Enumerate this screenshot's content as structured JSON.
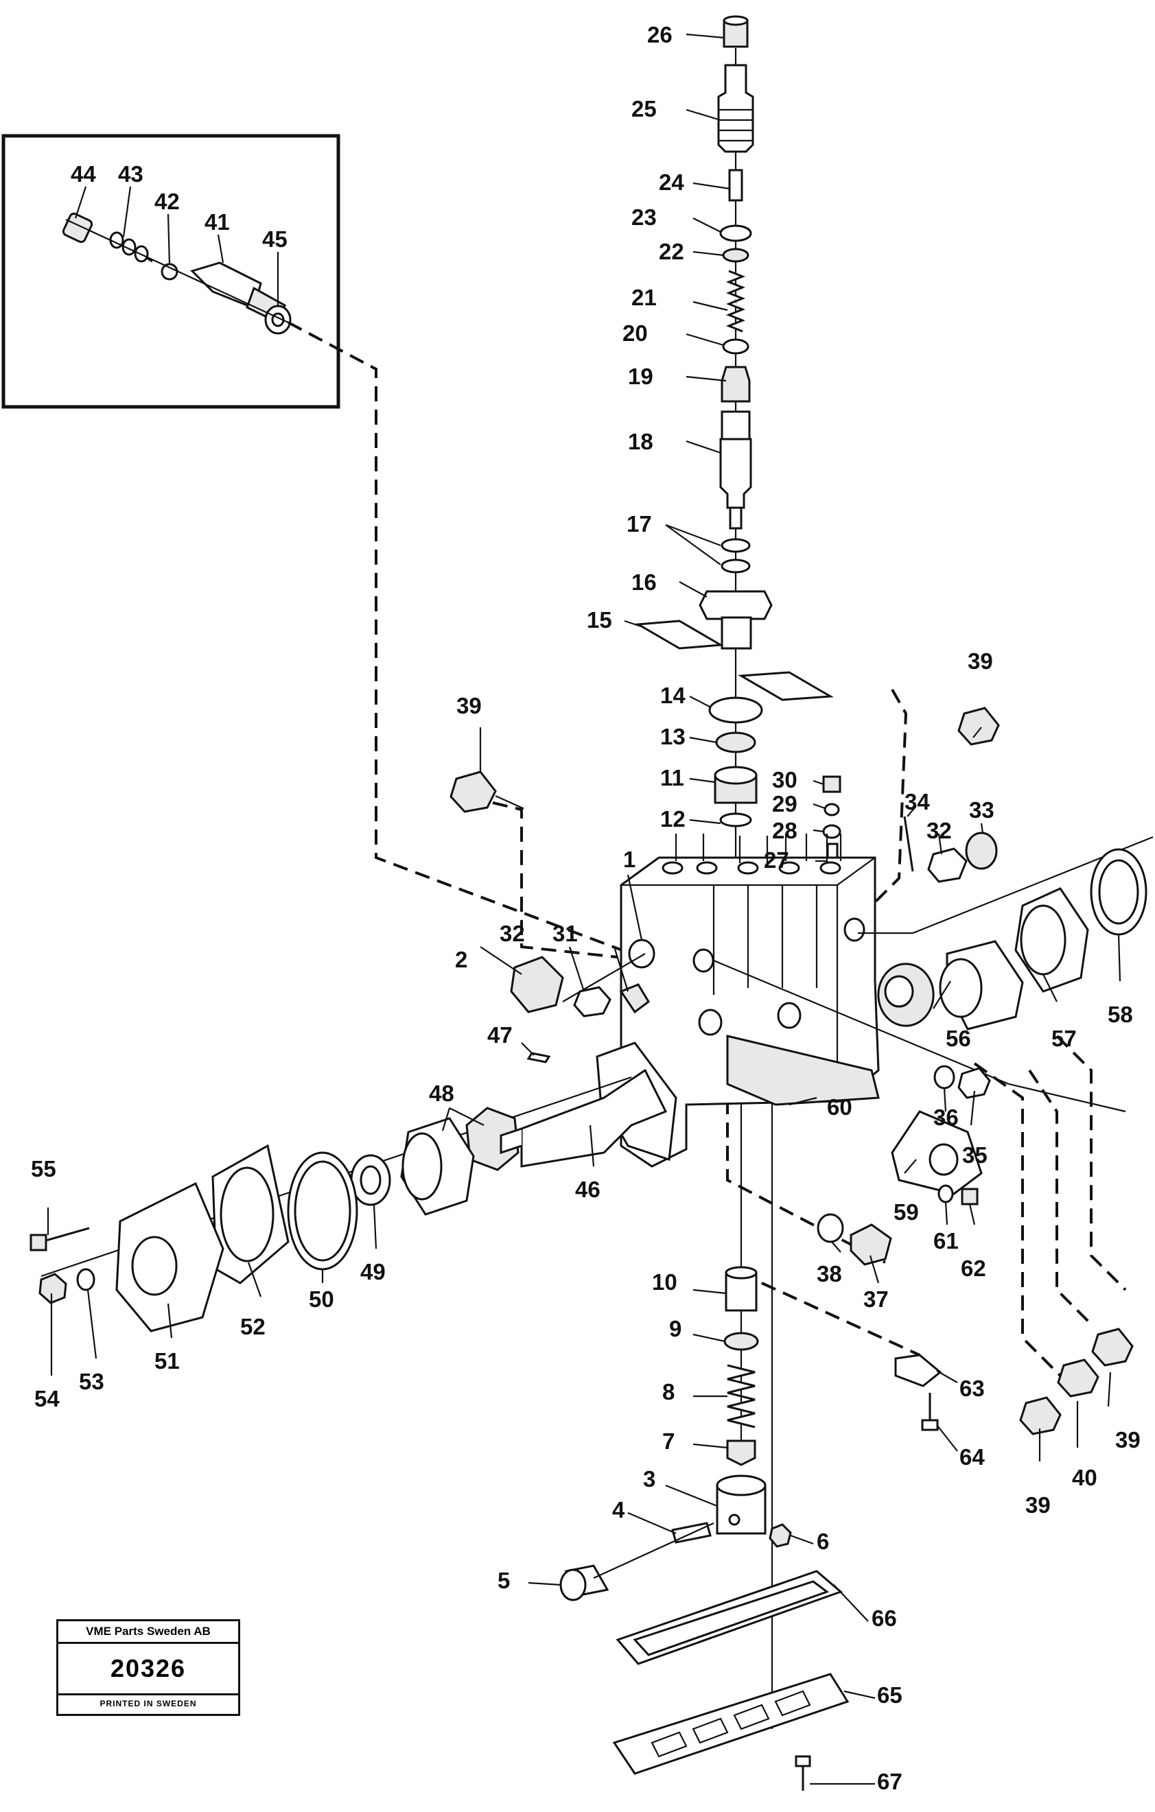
{
  "stamp": {
    "company": "VME Parts Sweden AB",
    "number": "20326",
    "printed": "PRINTED IN SWEDEN"
  },
  "labels": {
    "p1": "1",
    "p2": "2",
    "p3": "3",
    "p4": "4",
    "p5": "5",
    "p6": "6",
    "p7": "7",
    "p8": "8",
    "p9": "9",
    "p10": "10",
    "p11": "11",
    "p12": "12",
    "p13": "13",
    "p14": "14",
    "p15": "15",
    "p16": "16",
    "p17": "17",
    "p18": "18",
    "p19": "19",
    "p20": "20",
    "p21": "21",
    "p22": "22",
    "p23": "23",
    "p24": "24",
    "p25": "25",
    "p26": "26",
    "p27": "27",
    "p28": "28",
    "p29": "29",
    "p30": "30",
    "p31": "31",
    "p32": "32",
    "p33": "33",
    "p34": "34",
    "p35": "35",
    "p36": "36",
    "p37": "37",
    "p38": "38",
    "p39": "39",
    "p40": "40",
    "p41": "41",
    "p42": "42",
    "p43": "43",
    "p44": "44",
    "p45": "45",
    "p46": "46",
    "p47": "47",
    "p48": "48",
    "p49": "49",
    "p50": "50",
    "p51": "51",
    "p52": "52",
    "p53": "53",
    "p54": "54",
    "p55": "55",
    "p56": "56",
    "p57": "57",
    "p58": "58",
    "p59": "59",
    "p60": "60",
    "p61": "61",
    "p62": "62",
    "p63": "63",
    "p64": "64",
    "p65": "65",
    "p66": "66",
    "p67": "67"
  }
}
